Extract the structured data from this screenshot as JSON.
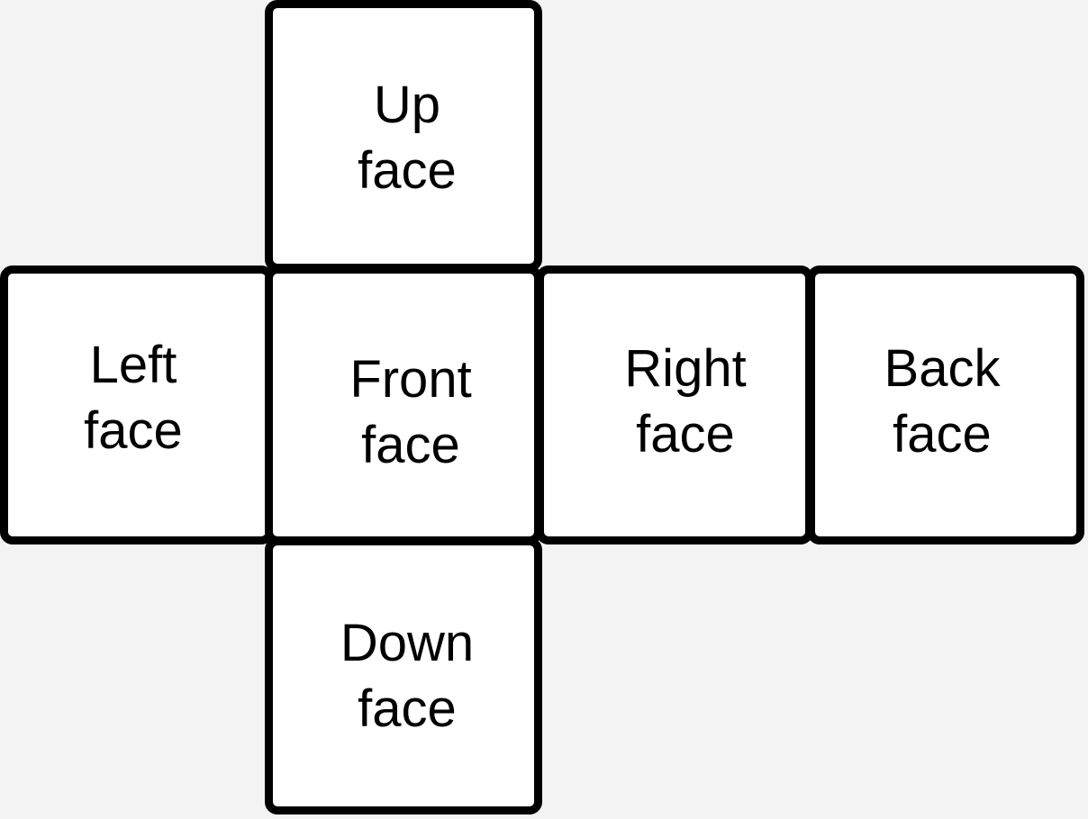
{
  "faces": {
    "up": {
      "line1": "Up",
      "line2": "face"
    },
    "left": {
      "line1": "Left",
      "line2": "face"
    },
    "front": {
      "line1": "Front",
      "line2": "face"
    },
    "right": {
      "line1": "Right",
      "line2": "face"
    },
    "back": {
      "line1": "Back",
      "line2": "face"
    },
    "down": {
      "line1": "Down",
      "line2": "face"
    }
  },
  "colors": {
    "background": "#f3f3f3",
    "face_fill": "#ffffff",
    "outline": "#000000"
  }
}
